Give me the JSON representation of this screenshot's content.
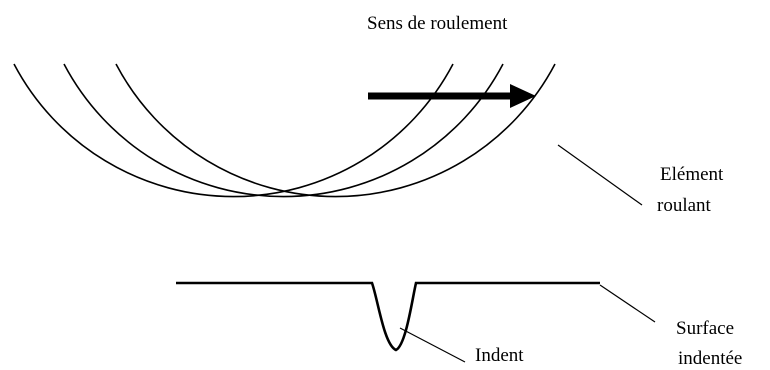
{
  "diagram": {
    "direction_label": "Sens de roulement",
    "rolling_element_label": {
      "line1": "Elément",
      "line2": "roulant"
    },
    "surface_label": {
      "line1": "Surface",
      "line2": "indentée"
    },
    "indent_label": "Indent"
  },
  "colors": {
    "stroke": "#000000",
    "background": "#ffffff"
  }
}
